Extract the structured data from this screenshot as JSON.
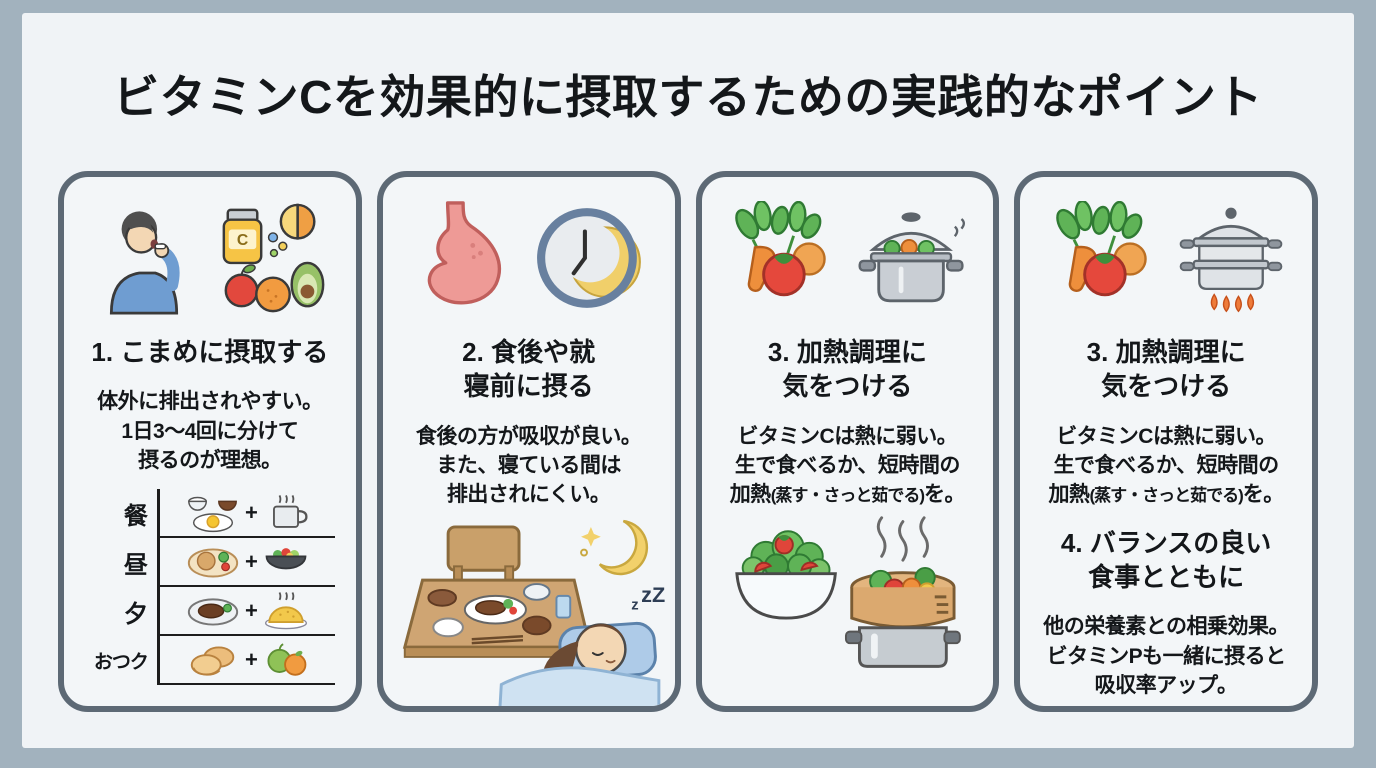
{
  "title": "ビタミンCを効果的に摂取するための実践的なポイント",
  "colors": {
    "background": "#a2b2be",
    "panel": "#f0f3f6",
    "card_background": "#f3f6f8",
    "card_border": "#5d6975",
    "text": "#14171a"
  },
  "cards": [
    {
      "id": "frequent-intake",
      "icons": [
        "person-taking-pill-icon",
        "vitamin-c-supplements-icon"
      ],
      "bottle_letter": "C",
      "heading": "1. こまめに摂取する",
      "body": "体外に排出されやすい。\n1日3〜4回に分けて\n摂るのが理想。",
      "meal_table": {
        "plus_sign": "+",
        "rows": [
          {
            "label": "餐",
            "items": [
              "breakfast-set-icon",
              "hot-drink-icon"
            ]
          },
          {
            "label": "昼",
            "items": [
              "lunch-plate-icon",
              "salad-bowl-small-icon"
            ]
          },
          {
            "label": "夕",
            "items": [
              "dinner-plate-icon",
              "steamed-rice-icon"
            ]
          },
          {
            "label": "おつク",
            "items": [
              "cookies-icon",
              "fruits-icon"
            ]
          }
        ]
      }
    },
    {
      "id": "after-meals-before-bed",
      "icons": [
        "stomach-icon",
        "clock-moon-icon"
      ],
      "heading": "2. 食後や就\n寝前に摂る",
      "body": "食後の方が吸収が良い。\nまた、寝ている間は\n排出されにくい。",
      "scene": "dinner-table-and-sleeping-person",
      "scene_text": "zZ"
    },
    {
      "id": "careful-heating",
      "icons": [
        "vegetables-icon",
        "cooking-pot-icon"
      ],
      "heading": "3. 加熱調理に\n気をつける",
      "body_lines": [
        "ビタミンCは熱に弱い。",
        "生で食べるか、短時間の"
      ],
      "body_line3": {
        "pre": "加熱",
        "small": "(蒸す・さっと茹でる)",
        "post": "を。"
      },
      "scene": "salad-bowl-and-steamer"
    },
    {
      "id": "careful-heating-and-balanced-diet",
      "icons": [
        "vegetables-icon",
        "steamer-pot-flames-icon"
      ],
      "heading": "3. 加熱調理に\n気をつける",
      "body_lines": [
        "ビタミンCは熱に弱い。",
        "生で食べるか、短時間の"
      ],
      "body_line3": {
        "pre": "加熱",
        "small": "(蒸す・さっと茹でる)",
        "post": "を。"
      },
      "heading2": "4. バランスの良い\n食事とともに",
      "body2": "他の栄養素との相乗効果。\nビタミンPも一緒に摂ると\n吸収率アップ。"
    }
  ]
}
